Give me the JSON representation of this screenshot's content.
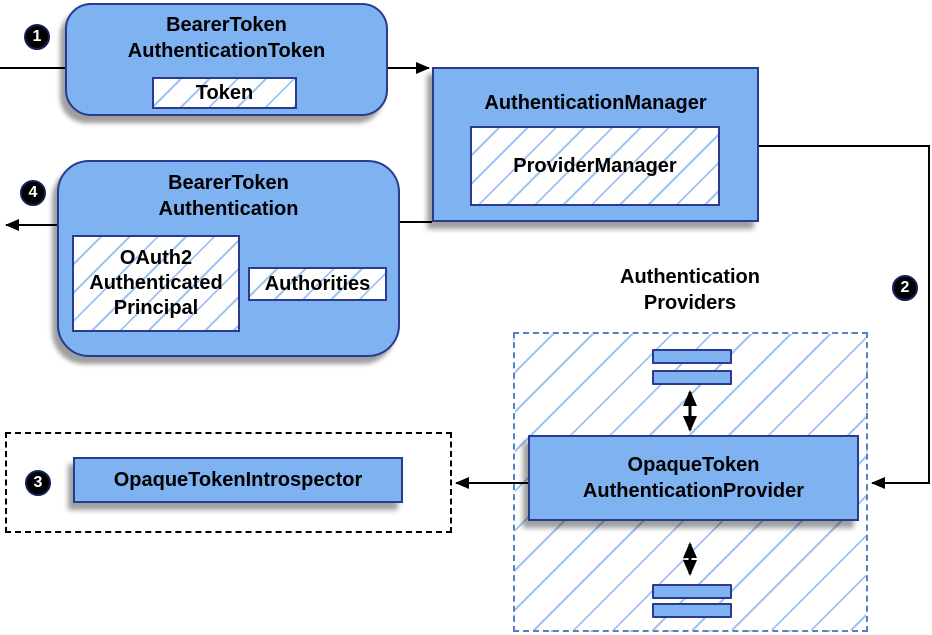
{
  "diagram": {
    "badges": {
      "step1": "1",
      "step2": "2",
      "step3": "3",
      "step4": "4"
    },
    "bearer_token_authentication_token": {
      "title": "BearerToken\nAuthenticationToken",
      "token_label": "Token"
    },
    "authentication_manager": {
      "title": "AuthenticationManager",
      "provider_manager_label": "ProviderManager"
    },
    "bearer_token_authentication": {
      "title": "BearerToken\nAuthentication",
      "principal_label": "OAuth2\nAuthenticated\nPrincipal",
      "authorities_label": "Authorities"
    },
    "authentication_providers": {
      "title": "Authentication\nProviders",
      "provider_label": "OpaqueToken\nAuthenticationProvider"
    },
    "opaque_token_introspector": {
      "label": "OpaqueTokenIntrospector"
    },
    "colors": {
      "node_fill": "#7EB2F0",
      "node_border": "#2A3B8F",
      "hatch_line": "#9FC4EF",
      "providers_dash_border": "#5282C1",
      "introspector_dash_border": "#000000",
      "connector": "#000000",
      "badge_fill": "#000000"
    }
  }
}
